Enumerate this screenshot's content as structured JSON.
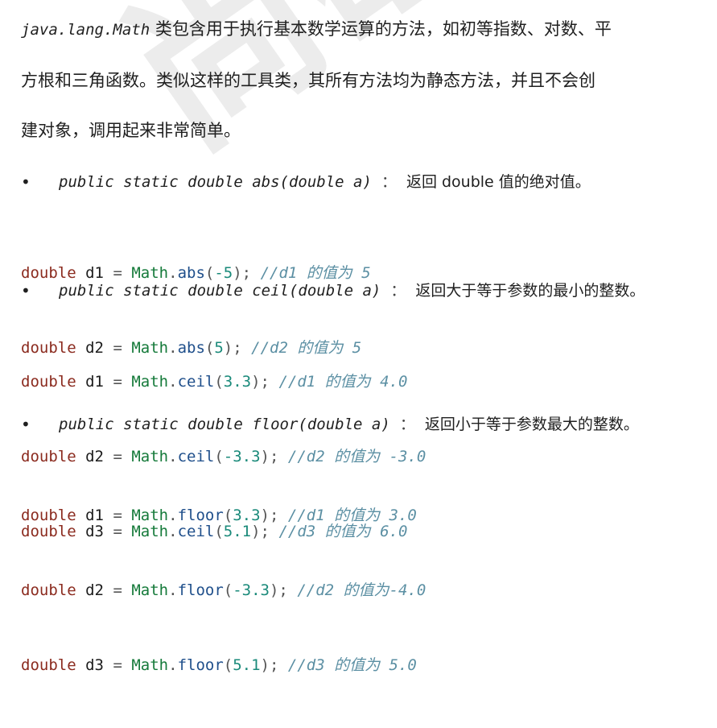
{
  "watermark": "尚硅",
  "intro": {
    "class_name": "java.lang.Math",
    "line1": " 类包含用于执行基本数学运算的方法，如初等指数、对数、平",
    "line2": "方根和三角函数。类似这样的工具类，其所有方法均为静态方法，并且不会创",
    "line3": "建对象，调用起来非常简单。"
  },
  "sections": [
    {
      "signature": "public static double abs(double a)",
      "separator": "：",
      "description": "返回 double 值的绝对值。",
      "lines": [
        {
          "type": "double",
          "var": "d1",
          "eq": "=",
          "cls": "Math",
          "dot": ".",
          "method": "abs",
          "open": "(",
          "arg": "-5",
          "close": ");",
          "comment": "//d1 的值为 5"
        },
        {
          "type": "double",
          "var": "d2",
          "eq": "=",
          "cls": "Math",
          "dot": ".",
          "method": "abs",
          "open": "(",
          "arg": "5",
          "close": ");",
          "comment": "//d2 的值为 5"
        }
      ]
    },
    {
      "signature": "public static double ceil(double a)",
      "separator": "：",
      "description": "返回大于等于参数的最小的整数。",
      "lines": [
        {
          "type": "double",
          "var": "d1",
          "eq": "=",
          "cls": "Math",
          "dot": ".",
          "method": "ceil",
          "open": "(",
          "arg": "3.3",
          "close": ");",
          "comment": "//d1 的值为 4.0"
        },
        {
          "type": "double",
          "var": "d2",
          "eq": "=",
          "cls": "Math",
          "dot": ".",
          "method": "ceil",
          "open": "(",
          "arg": "-3.3",
          "close": ");",
          "comment": "//d2 的值为 -3.0"
        },
        {
          "type": "double",
          "var": "d3",
          "eq": "=",
          "cls": "Math",
          "dot": ".",
          "method": "ceil",
          "open": "(",
          "arg": "5.1",
          "close": ");",
          "comment": "//d3 的值为 6.0"
        }
      ]
    },
    {
      "signature": "public static double floor(double a)",
      "separator": "：",
      "description": "返回小于等于参数最大的整数。",
      "lines": [
        {
          "type": "double",
          "var": "d1",
          "eq": "=",
          "cls": "Math",
          "dot": ".",
          "method": "floor",
          "open": "(",
          "arg": "3.3",
          "close": ");",
          "comment": "//d1 的值为 3.0"
        },
        {
          "type": "double",
          "var": "d2",
          "eq": "=",
          "cls": "Math",
          "dot": ".",
          "method": "floor",
          "open": "(",
          "arg": "-3.3",
          "close": ");",
          "comment": "//d2 的值为-4.0"
        },
        {
          "type": "double",
          "var": "d3",
          "eq": "=",
          "cls": "Math",
          "dot": ".",
          "method": "floor",
          "open": "(",
          "arg": "5.1",
          "close": ");",
          "comment": "//d3 的值为 5.0"
        }
      ]
    }
  ]
}
